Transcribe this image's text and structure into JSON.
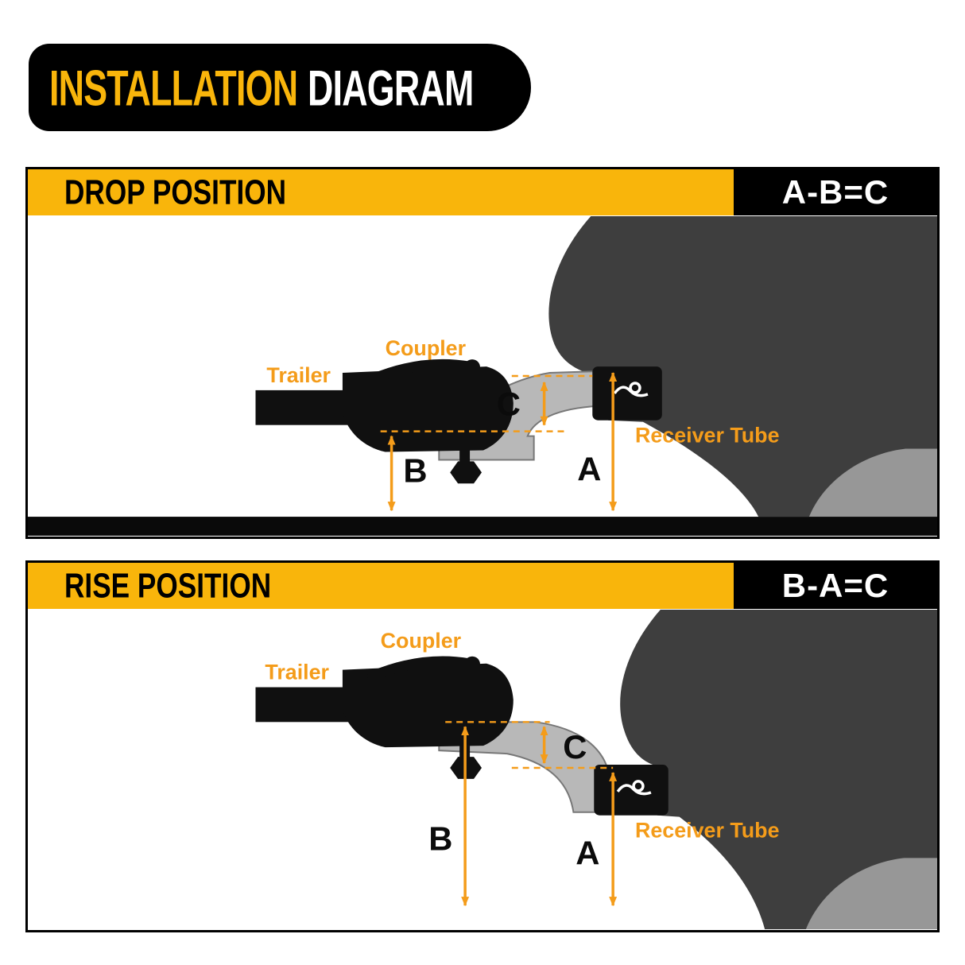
{
  "title": {
    "part1": "INSTALLATION",
    "part2": "DIAGRAM"
  },
  "labels": {
    "coupler": "Coupler",
    "trailer": "Trailer",
    "receiver_tube": "Receiver Tube",
    "a": "A",
    "b": "B",
    "c": "C"
  },
  "panels": [
    {
      "title": "DROP POSITION",
      "formula": "A-B=C"
    },
    {
      "title": "RISE POSITION",
      "formula": "B-A=C"
    }
  ],
  "colors": {
    "banner_bg": "#000000",
    "accent_yellow": "#F9B50B",
    "accent_orange": "#F49C1A",
    "vehicle_dark": "#3E3E3E",
    "vehicle_light": "#979797",
    "hitch_gray": "#B8B8B8",
    "part_black": "#101010",
    "formula_text": "#FFFFFF"
  }
}
